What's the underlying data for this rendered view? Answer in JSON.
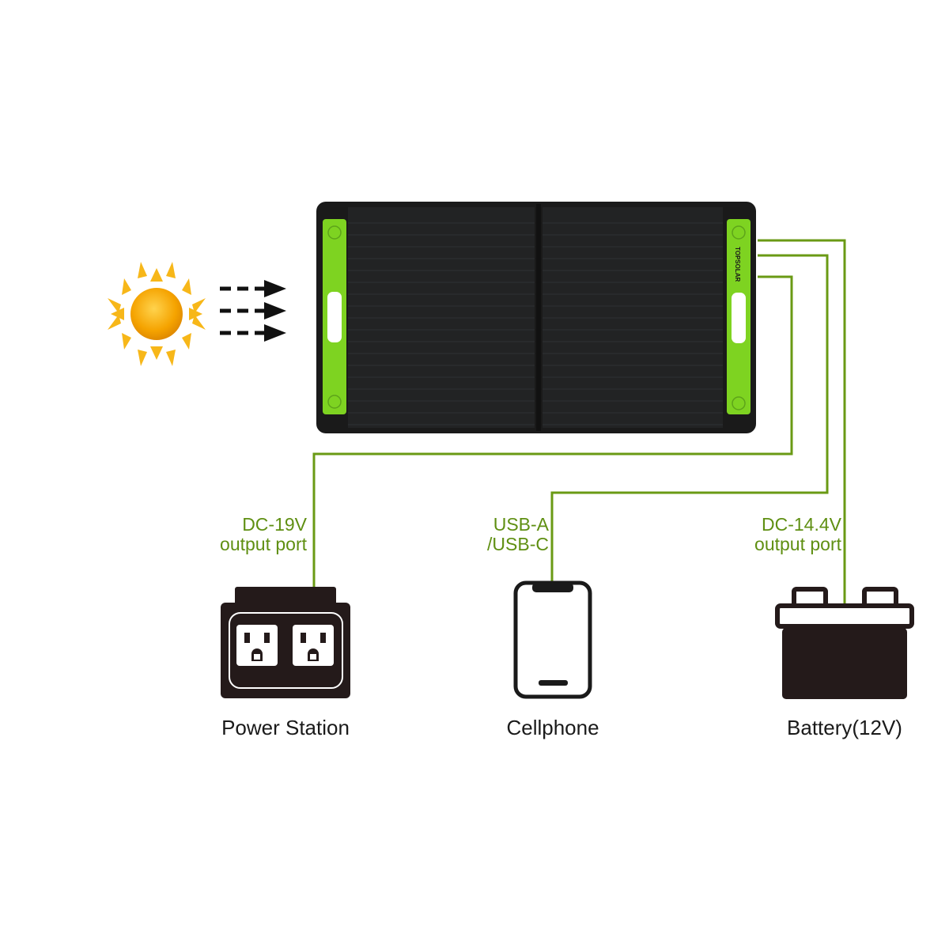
{
  "colors": {
    "wire": "#6a9a14",
    "label": "#5f8f12",
    "panel": "#1a1a1a",
    "accent": "#7ed321",
    "device": "#241a1a",
    "sun": "#f5a300"
  },
  "icons": {
    "sun": "sun-icon",
    "arrows": "sunlight-arrows",
    "panel": "solar-panel",
    "power_station": "power-station-icon",
    "cellphone": "cellphone-icon",
    "battery": "battery-icon"
  },
  "panel": {
    "brand": "TOPSOLAR"
  },
  "ports": [
    {
      "line1": "DC-19V",
      "line2": "output port"
    },
    {
      "line1": "USB-A",
      "line2": "/USB-C"
    },
    {
      "line1": "DC-14.4V",
      "line2": "output port"
    }
  ],
  "devices": [
    {
      "label": "Power Station"
    },
    {
      "label": "Cellphone"
    },
    {
      "label": "Battery(12V)"
    }
  ]
}
